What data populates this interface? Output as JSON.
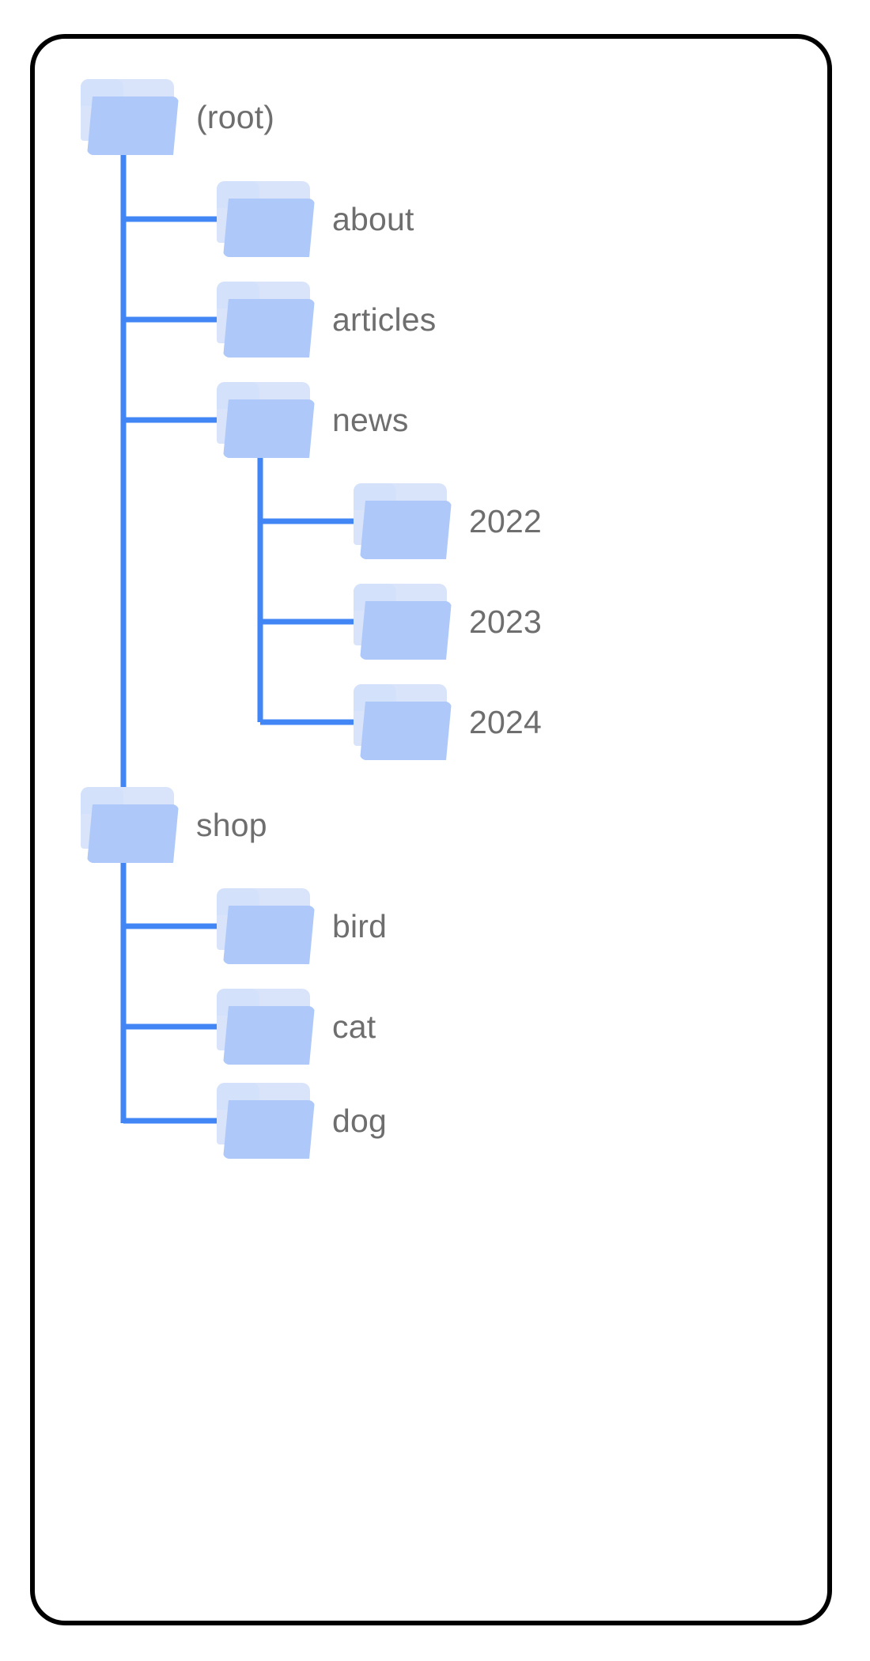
{
  "diagram": {
    "title": "folder-tree",
    "colors": {
      "line": "#4285f4",
      "folder_front": "#aec8f9",
      "folder_back": "#d9e4fb",
      "label_text": "#6e6e6e",
      "card_border": "#000000",
      "background": "#ffffff"
    },
    "nodes": [
      {
        "id": "root",
        "label": "(root)",
        "depth": 0
      },
      {
        "id": "about",
        "label": "about",
        "depth": 1
      },
      {
        "id": "articles",
        "label": "articles",
        "depth": 1
      },
      {
        "id": "news",
        "label": "news",
        "depth": 1
      },
      {
        "id": "y2022",
        "label": "2022",
        "depth": 2
      },
      {
        "id": "y2023",
        "label": "2023",
        "depth": 2
      },
      {
        "id": "y2024",
        "label": "2024",
        "depth": 2
      },
      {
        "id": "shop",
        "label": "shop",
        "depth": 1
      },
      {
        "id": "bird",
        "label": "bird",
        "depth": 2
      },
      {
        "id": "cat",
        "label": "cat",
        "depth": 2
      },
      {
        "id": "dog",
        "label": "dog",
        "depth": 2
      }
    ],
    "icon_name": "folder-icon"
  }
}
